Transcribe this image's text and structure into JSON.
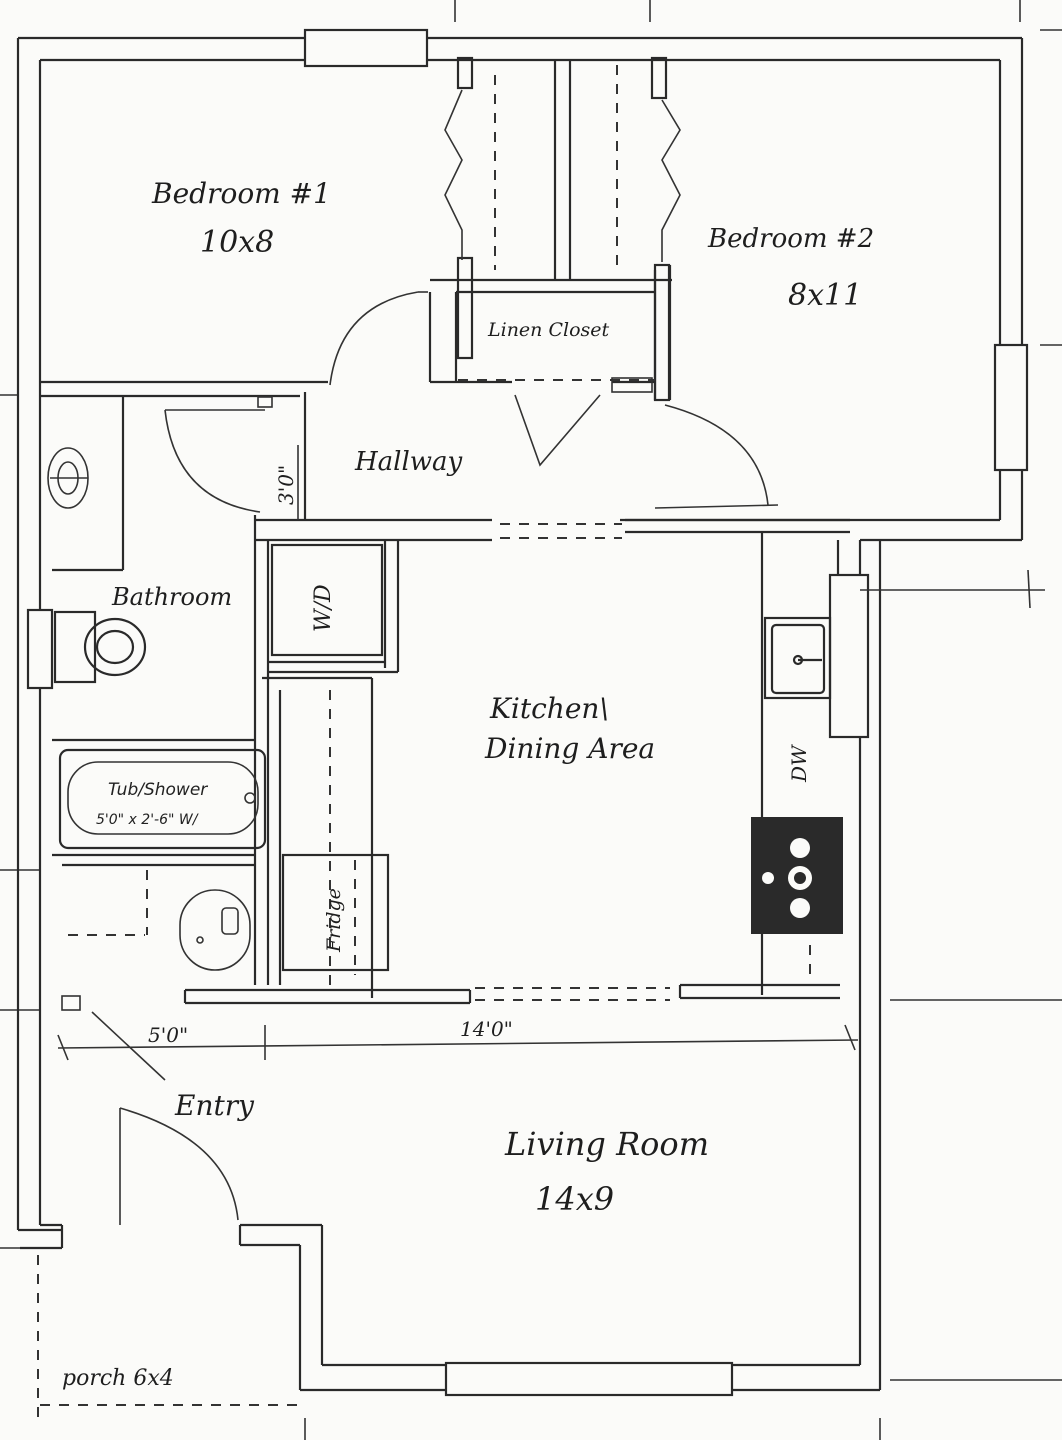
{
  "rooms": {
    "bedroom1": {
      "name": "Bedroom #1",
      "size": "10x8"
    },
    "bedroom2": {
      "name": "Bedroom #2",
      "size": "8x11"
    },
    "linen_closet": "Linen Closet",
    "hallway": "Hallway",
    "bathroom": "Bathroom",
    "kitchen_line1": "Kitchen\\",
    "kitchen_line2": "Dining Area",
    "entry": "Entry",
    "living_room": {
      "name": "Living Room",
      "size": "14x9"
    },
    "porch": "porch 6x4"
  },
  "fixtures": {
    "washer_dryer": "W/D",
    "fridge": "Fridge",
    "dishwasher": "DW",
    "tub_line1": "Tub/Shower",
    "tub_line2": "5'0\" x 2'-6\" W/"
  },
  "dimensions": {
    "door_width": "3'0\"",
    "entry_width": "5'0\"",
    "kitchen_width": "14'0\""
  },
  "colors": {
    "ink": "#2a2a2a",
    "paper": "#fbfbf9"
  }
}
